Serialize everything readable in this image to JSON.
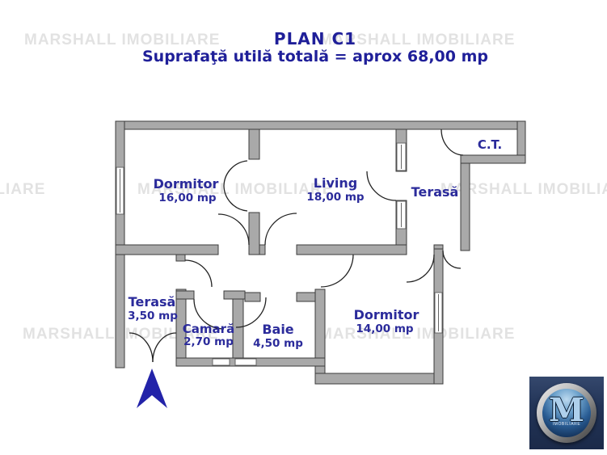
{
  "header": {
    "title": "PLAN C1",
    "subtitle": "Suprafaţă utilă totală = aprox 68,00 mp"
  },
  "watermark": {
    "text": "MARSHALL IMOBILIARE"
  },
  "rooms": [
    {
      "id": "dormitor1",
      "name": "Dormitor",
      "area": "16,00 mp"
    },
    {
      "id": "living",
      "name": "Living",
      "area": "18,00 mp"
    },
    {
      "id": "terasa1",
      "name": "Terasă",
      "area": ""
    },
    {
      "id": "ct",
      "name": "C.T.",
      "area": ""
    },
    {
      "id": "terasa2",
      "name": "Terasă",
      "area": "3,50 mp"
    },
    {
      "id": "camara",
      "name": "Camară",
      "area": "2,70 mp"
    },
    {
      "id": "baie",
      "name": "Baie",
      "area": "4,50 mp"
    },
    {
      "id": "dormitor2",
      "name": "Dormitor",
      "area": "14,00 mp"
    }
  ],
  "colors": {
    "label_text": "#2b2b9b",
    "title_text": "#1f1f99",
    "wall_fill": "#a9a9a9",
    "wall_outline": "#3c3c3c",
    "watermark": "#e2e2e2",
    "north_arrow": "#2323a9",
    "logo_background": "#223457"
  },
  "logo": {
    "letter": "M",
    "subtext": "IMOBILIARE"
  }
}
